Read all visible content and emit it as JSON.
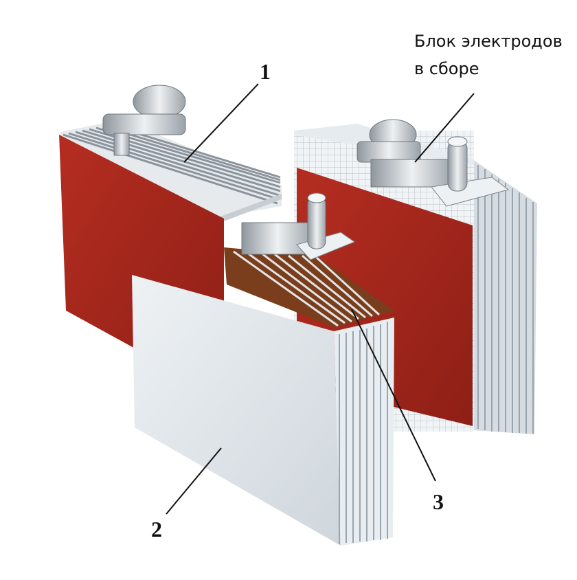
{
  "caption": {
    "line1": "Блок электродов",
    "line2": "в сборе"
  },
  "labels": {
    "one": "1",
    "two": "2",
    "three": "3"
  },
  "colors": {
    "red_plate": "#a8261c",
    "brown_plate": "#7a3e1c",
    "separator": "#dde3e8",
    "metal": "#c9ced3"
  }
}
